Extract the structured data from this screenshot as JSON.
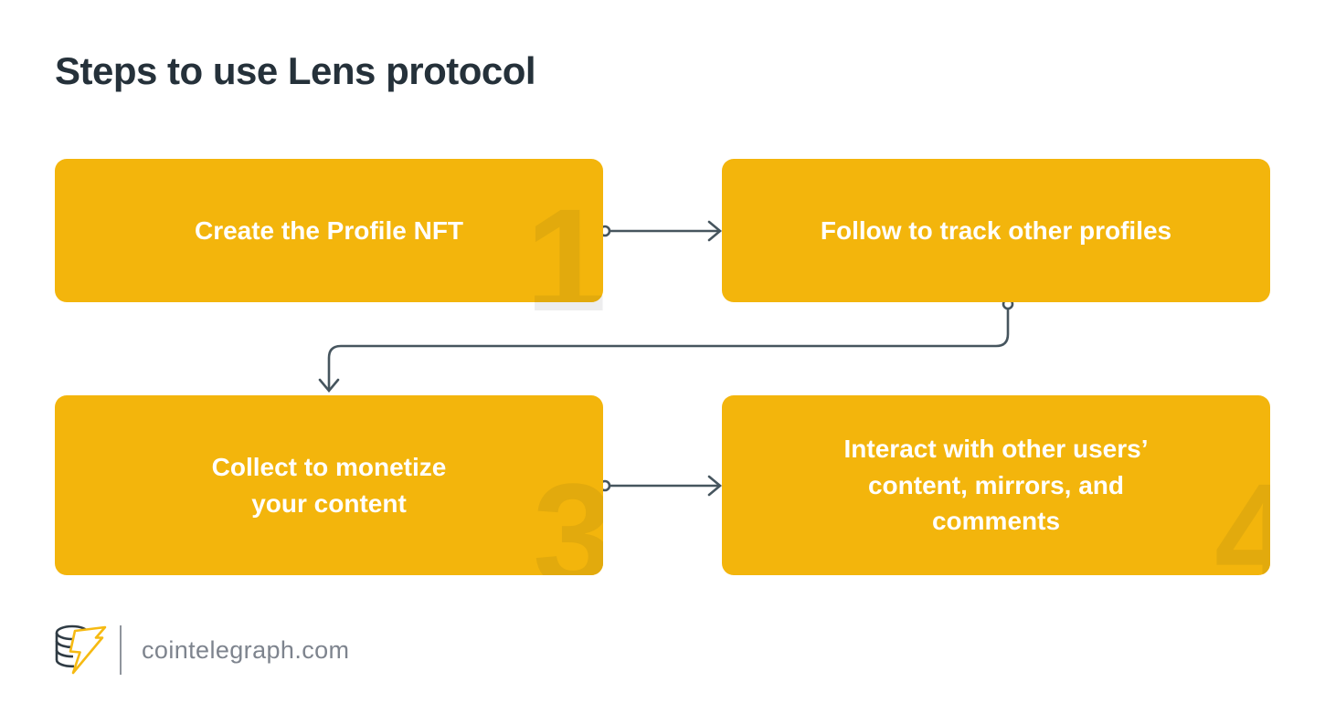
{
  "title": "Steps to use Lens protocol",
  "steps": [
    {
      "label": "Create the Profile NFT",
      "number": "1"
    },
    {
      "label": "Follow to track other profiles",
      "number": ""
    },
    {
      "label": "Collect to monetize\nyour content",
      "number": "3"
    },
    {
      "label": "Interact with other users’\ncontent, mirrors, and\ncomments",
      "number": "4"
    }
  ],
  "footer": {
    "brand": "cointelegraph.com"
  },
  "icons": {
    "logo": "cointelegraph-coin-bolt-icon",
    "connector_start": "hollow-circle",
    "connector_end": "chevron-arrowhead"
  },
  "colors": {
    "box_fill": "#f3b50c",
    "watermark_number": "#e2aa0d",
    "ghost_number": "#ededee",
    "title_text": "#25313a",
    "box_text": "#ffffff",
    "connector": "#46555e",
    "footer_text": "#7e848e",
    "bolt_yellow": "#f6ba12"
  }
}
